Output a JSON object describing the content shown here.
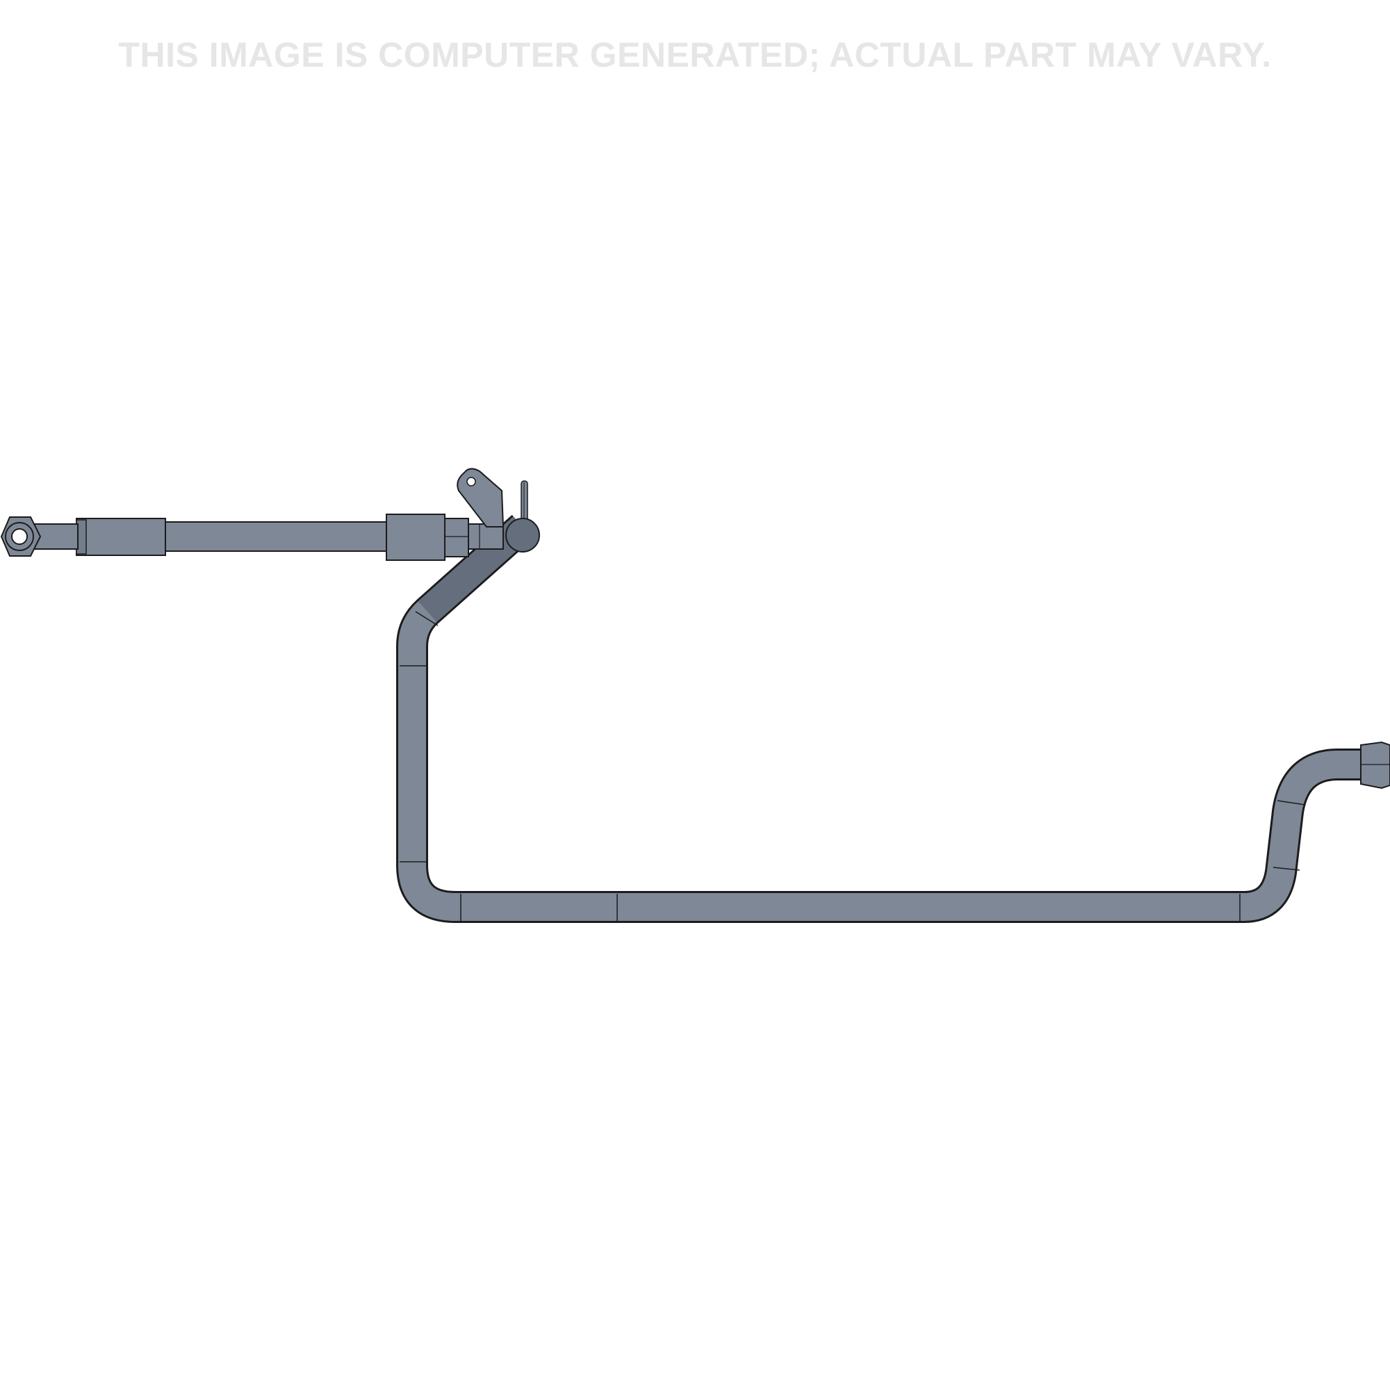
{
  "watermark": {
    "text": "THIS IMAGE IS COMPUTER GENERATED; ACTUAL PART MAY VARY.",
    "color": "#e6e6e6"
  },
  "part": {
    "tube_fill": "#7e8897",
    "tube_fill_dark": "#656e7c",
    "outline": "#1c1c1c",
    "components": [
      "banjo-fitting",
      "hose-crimp-sleeve",
      "hose",
      "hose-end-fitting",
      "mounting-bracket",
      "cotter-pin",
      "tube-line",
      "tube-nut"
    ]
  }
}
